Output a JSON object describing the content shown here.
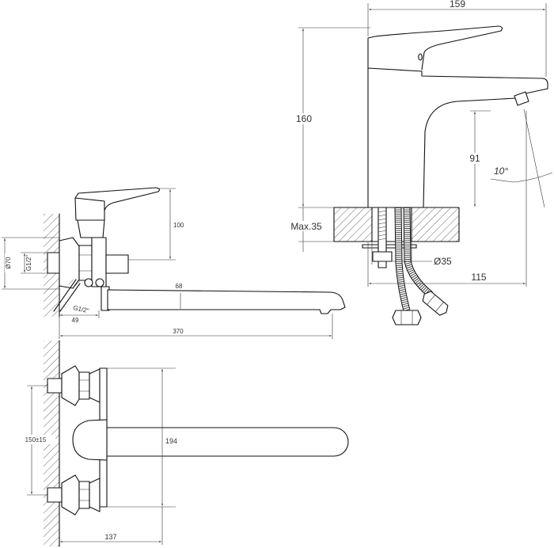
{
  "labels": {
    "basin_width": "159",
    "basin_height": "160",
    "spout_height": "91",
    "angle": "10°",
    "max_counter": "Max.35",
    "hole_diameter": "Ø35",
    "spout_reach": "115",
    "wall_handle_height": "100",
    "flange_diameter": "Ø70",
    "thread_left": "G1/2\"",
    "spout_height_wall": "68",
    "thread_bottom": "G1/2\"",
    "body_depth": "49",
    "spout_length": "370",
    "centers": "150±15",
    "plan_height": "194",
    "plan_depth": "137"
  },
  "colors": {
    "line": "#111111",
    "dimension": "#333333",
    "background": "#ffffff"
  }
}
